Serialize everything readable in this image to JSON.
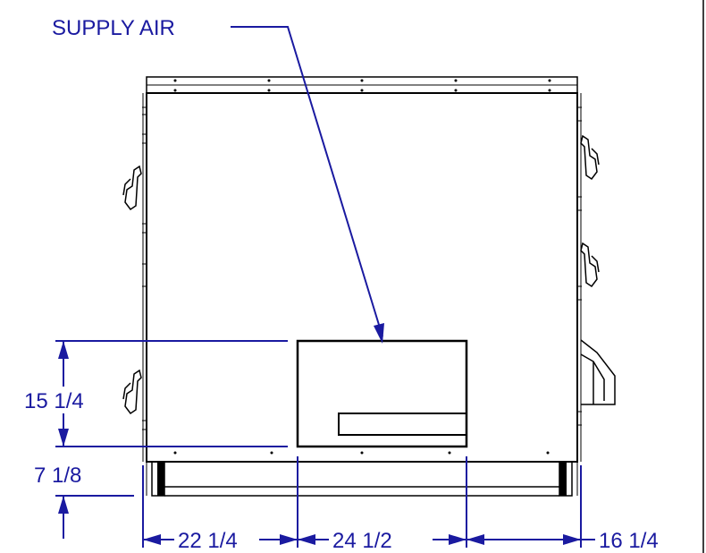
{
  "callout": {
    "label": "SUPPLY AIR"
  },
  "dimensions": {
    "opening_height": "15 1/4",
    "base_height": "7 1/8",
    "left_offset": "22 1/4",
    "opening_width": "24 1/2",
    "right_offset": "16 1/4"
  },
  "colors": {
    "dimension": "#1a1aa0",
    "outline": "#000000"
  }
}
